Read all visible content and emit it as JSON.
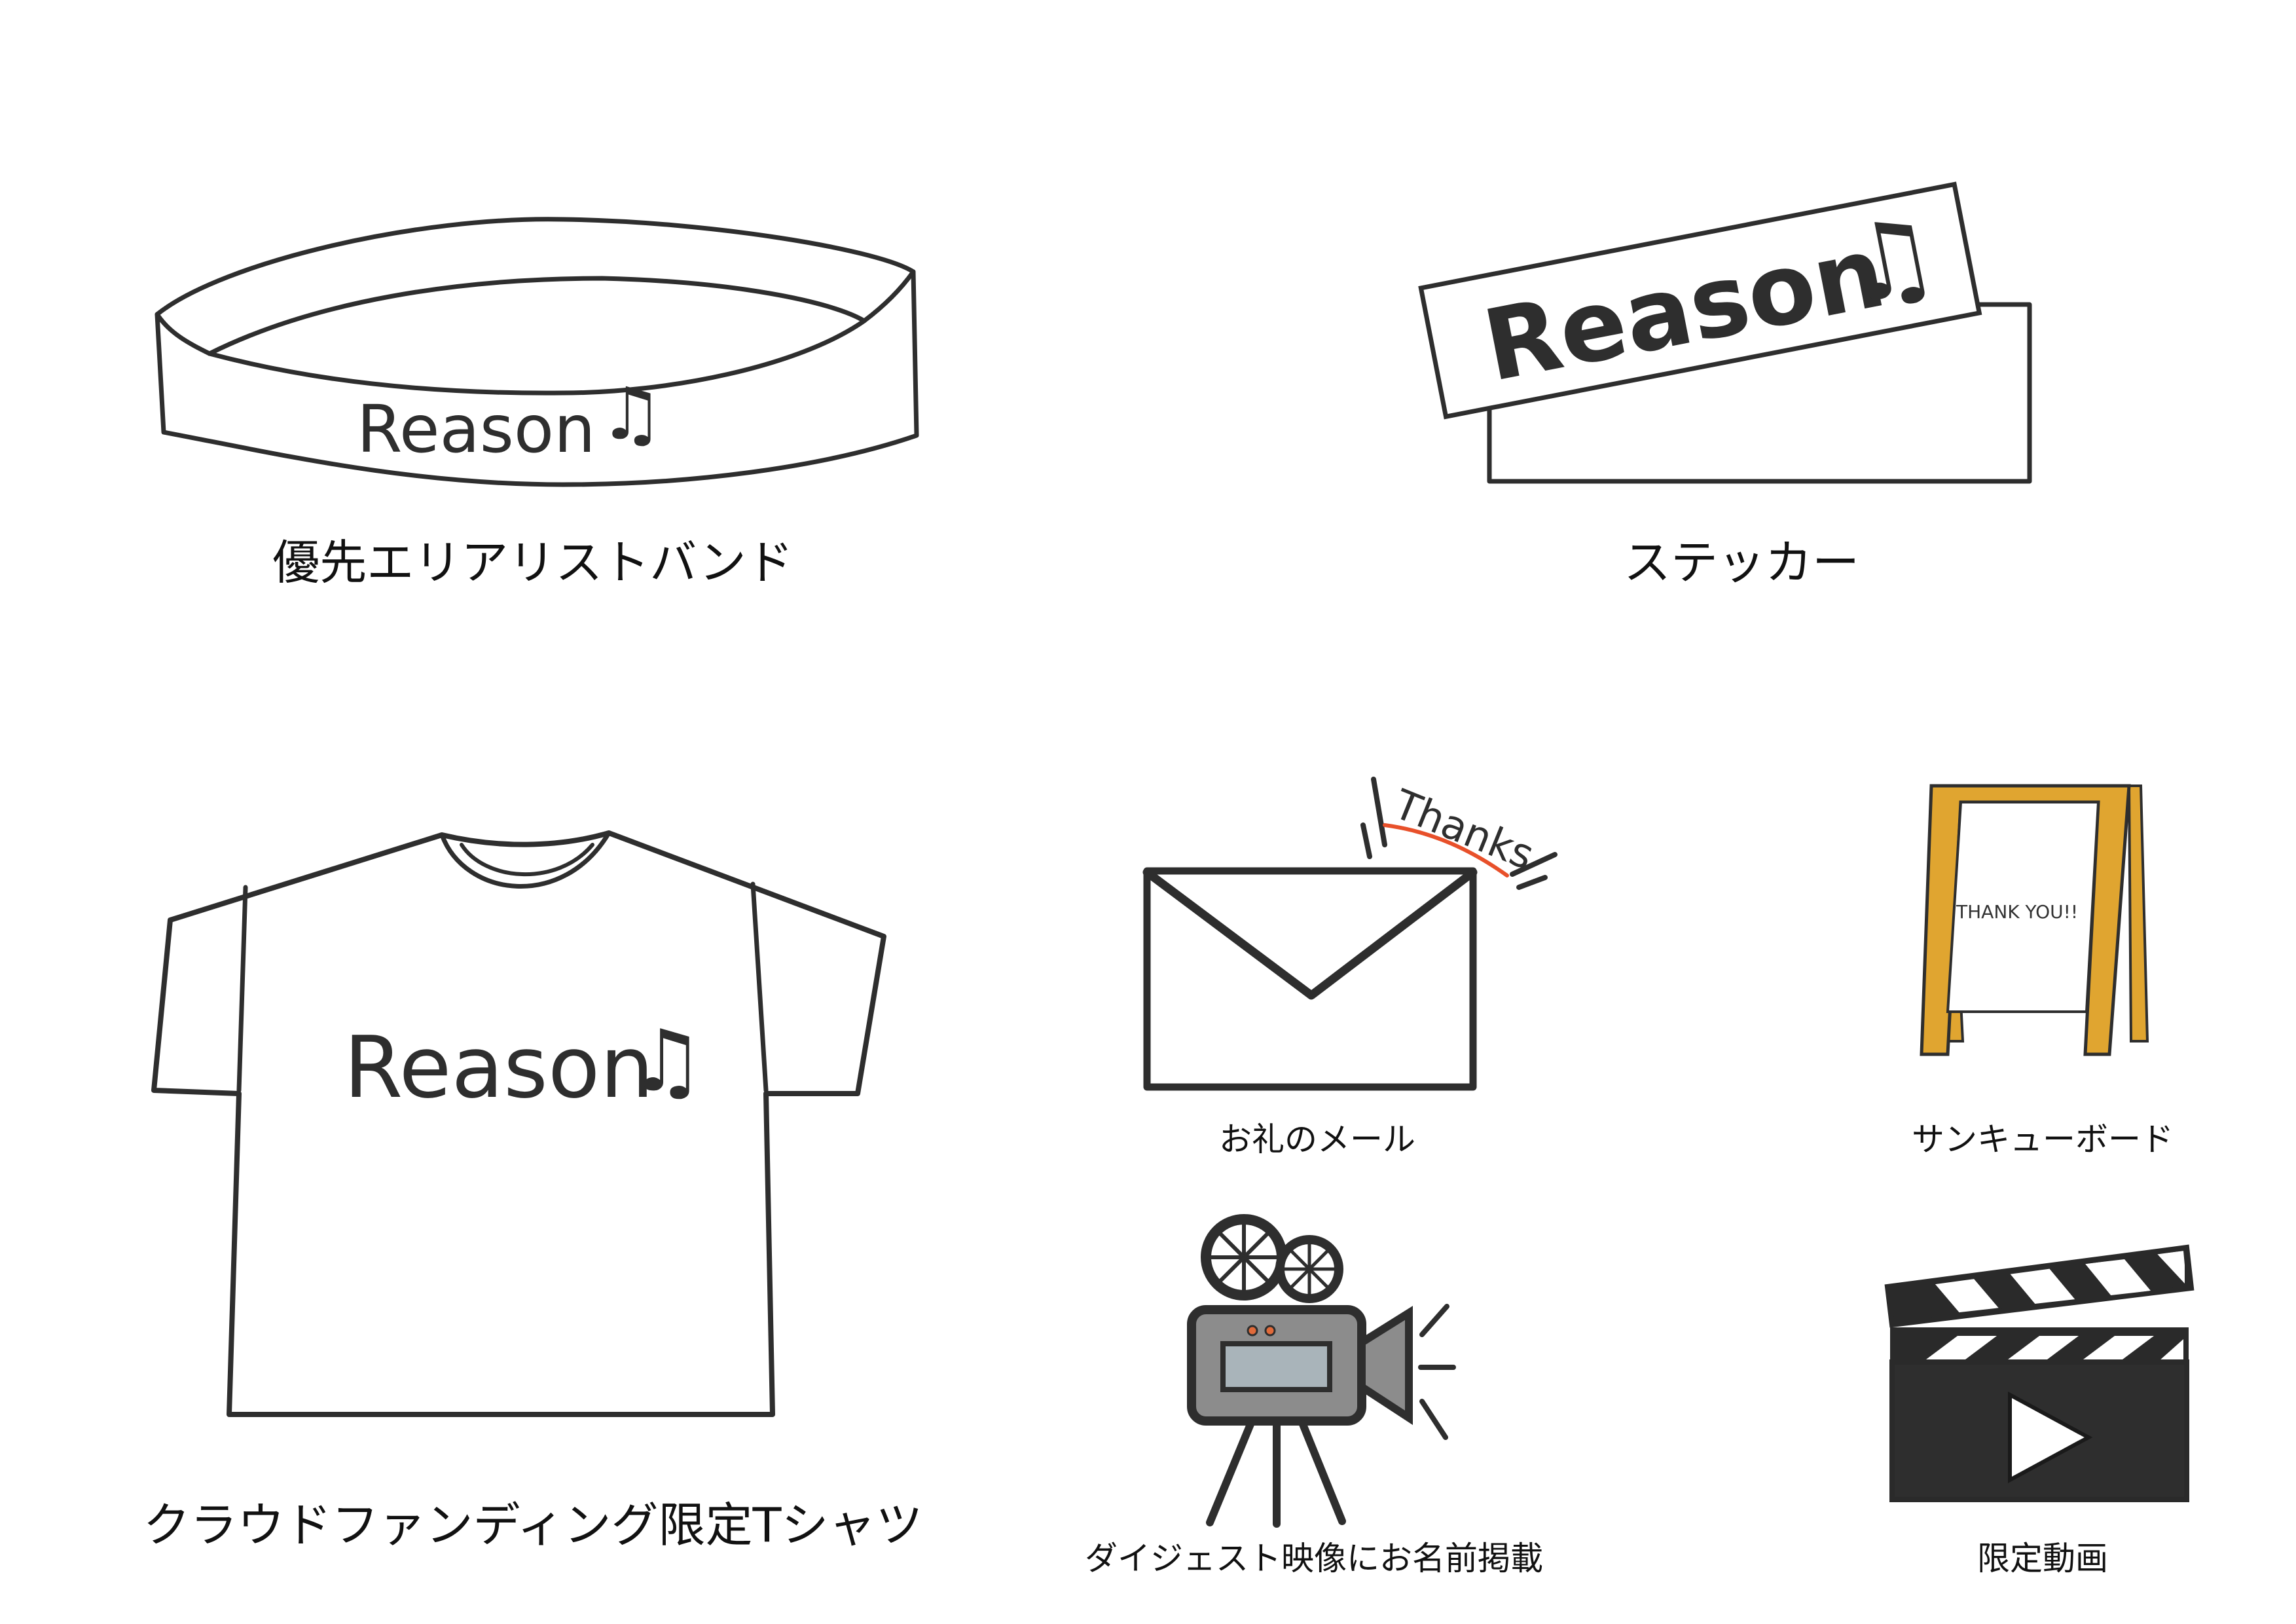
{
  "items": {
    "wristband": {
      "label": "優先エリアリストバンド",
      "print_text": "Reason",
      "icon": "wristband-icon"
    },
    "sticker": {
      "label": "ステッカー",
      "print_text": "Reason",
      "icon": "sticker-icon"
    },
    "tshirt": {
      "label": "クラウドファンディング限定Tシャツ",
      "print_text": "Reason",
      "icon": "tshirt-icon"
    },
    "thanks_mail": {
      "label": "お礼のメール",
      "badge_text": "Thanks",
      "icon": "envelope-icon"
    },
    "thank_you_board": {
      "label": "サンキューボード",
      "board_text": "THANK YOU!!",
      "icon": "a-frame-board-icon"
    },
    "digest_video": {
      "label": "ダイジェスト映像にお名前掲載",
      "icon": "movie-camera-icon"
    },
    "limited_video": {
      "label": "限定動画",
      "icon": "clapperboard-icon"
    }
  },
  "music_note": "♫",
  "colors": {
    "ink": "#2e2e2e",
    "thanks_underline": "#e8502a",
    "board_wood": "#e0a530",
    "camera_body": "#8c8c8c",
    "camera_screen": "#a9b4ba",
    "camera_lights": "#e06a3a",
    "clapper_body": "#2a2a2a"
  }
}
